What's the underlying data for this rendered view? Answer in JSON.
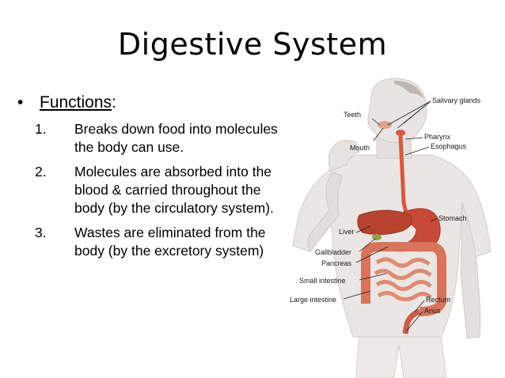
{
  "slide": {
    "title": "Digestive System",
    "bullet_head": "Functions",
    "bullet_colon": ":",
    "items": [
      {
        "num": "1.",
        "text": "Breaks down food into molecules the body can use."
      },
      {
        "num": "2.",
        "text": "Molecules are absorbed into the blood & carried throughout the body (by the circulatory system)."
      },
      {
        "num": "3.",
        "text": "Wastes are eliminated from the body (by the excretory system)"
      }
    ]
  },
  "figure": {
    "labels": {
      "teeth": "Teeth",
      "mouth": "Mouth",
      "salivary": "Salivary glands",
      "pharynx": "Pharynx",
      "esophagus": "Esophagus",
      "stomach": "Stomach",
      "liver": "Liver",
      "gallbladder": "Gallbladder",
      "pancreas": "Pancreas",
      "small_intestine": "Small intestine",
      "large_intestine": "Large intestine",
      "rectum": "Rectum",
      "anus": "Anus"
    },
    "colors": {
      "skin": "#e9e6e4",
      "skin_shadow": "#c9c5c2",
      "organ_red": "#d9573f",
      "liver_red": "#b8432e",
      "intestine": "#e0826a",
      "gallbladder": "#8fa640"
    }
  }
}
